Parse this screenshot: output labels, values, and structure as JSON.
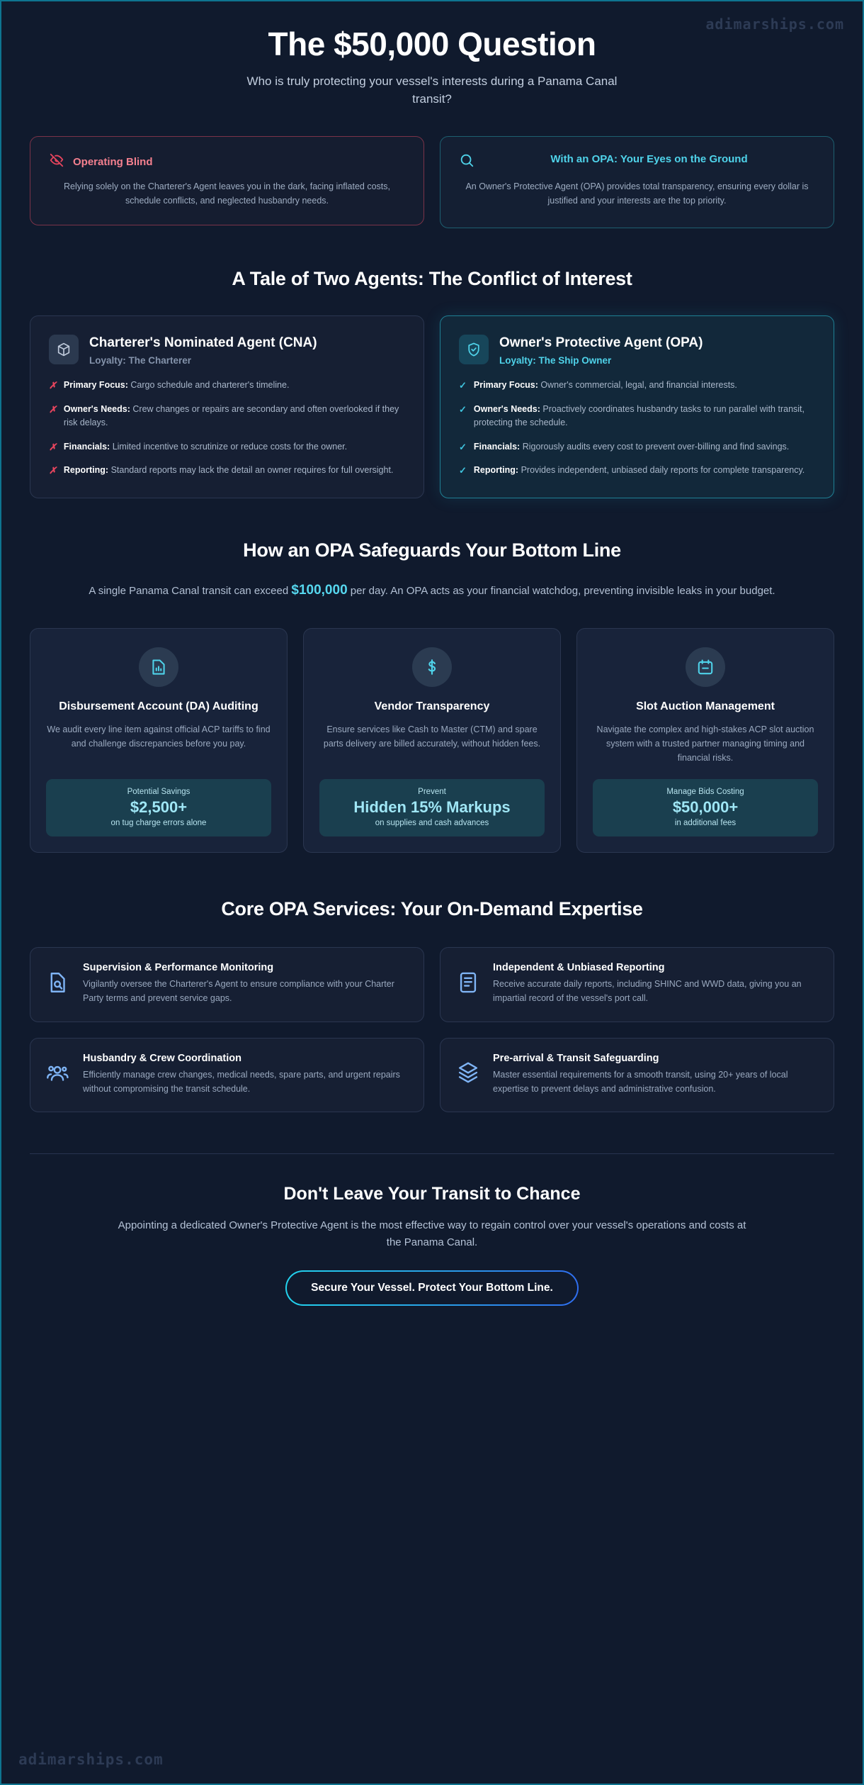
{
  "watermark": "adimarships.com",
  "hero": {
    "title": "The $50,000 Question",
    "subtitle": "Who is truly protecting your vessel's interests during a Panama Canal transit?"
  },
  "top_cards": [
    {
      "icon": "eye-off-icon",
      "title": "Operating Blind",
      "body": "Relying solely on the Charterer's Agent leaves you in the dark, facing inflated costs, schedule conflicts, and neglected husbandry needs.",
      "accent": "#f4808f"
    },
    {
      "icon": "search-icon",
      "title": "With an OPA: Your Eyes on the Ground",
      "body": "An Owner's Protective Agent (OPA) provides total transparency, ensuring every dollar is justified and your interests are the top priority.",
      "accent": "#4fd3ea"
    }
  ],
  "agents_section": {
    "heading": "A Tale of Two Agents: The Conflict of Interest",
    "cards": [
      {
        "icon": "box-icon",
        "name": "Charterer's Nominated Agent (CNA)",
        "loyalty": "Loyalty: The Charterer",
        "mark": "x",
        "points": [
          {
            "label": "Primary Focus:",
            "text": "Cargo schedule and charterer's timeline."
          },
          {
            "label": "Owner's Needs:",
            "text": "Crew changes or repairs are secondary and often overlooked if they risk delays."
          },
          {
            "label": "Financials:",
            "text": "Limited incentive to scrutinize or reduce costs for the owner."
          },
          {
            "label": "Reporting:",
            "text": "Standard reports may lack the detail an owner requires for full oversight."
          }
        ]
      },
      {
        "icon": "shield-check-icon",
        "name": "Owner's Protective Agent (OPA)",
        "loyalty": "Loyalty: The Ship Owner",
        "mark": "check",
        "points": [
          {
            "label": "Primary Focus:",
            "text": "Owner's commercial, legal, and financial interests."
          },
          {
            "label": "Owner's Needs:",
            "text": "Proactively coordinates husbandry tasks to run parallel with transit, protecting the schedule."
          },
          {
            "label": "Financials:",
            "text": "Rigorously audits every cost to prevent over-billing and find savings."
          },
          {
            "label": "Reporting:",
            "text": "Provides independent, unbiased daily reports for complete transparency."
          }
        ]
      }
    ]
  },
  "safeguards_section": {
    "heading": "How an OPA Safeguards Your Bottom Line",
    "lead_before": "A single Panama Canal transit can exceed ",
    "lead_highlight": "$100,000",
    "lead_after": " per day. An OPA acts as your financial watchdog, preventing invisible leaks in your budget.",
    "cards": [
      {
        "icon": "file-chart-icon",
        "title": "Disbursement Account (DA) Auditing",
        "desc": "We audit every line item against official ACP tariffs to find and challenge discrepancies before you pay.",
        "stat_label": "Potential Savings",
        "stat_value": "$2,500+",
        "stat_sub": "on tug charge errors alone"
      },
      {
        "icon": "dollar-icon",
        "title": "Vendor Transparency",
        "desc": "Ensure services like Cash to Master (CTM) and spare parts delivery are billed accurately, without hidden fees.",
        "stat_label": "Prevent",
        "stat_value": "Hidden 15% Markups",
        "stat_sub": "on supplies and cash advances"
      },
      {
        "icon": "calendar-icon",
        "title": "Slot Auction Management",
        "desc": "Navigate the complex and high-stakes ACP slot auction system with a trusted partner managing timing and financial risks.",
        "stat_label": "Manage Bids Costing",
        "stat_value": "$50,000+",
        "stat_sub": "in additional fees"
      }
    ]
  },
  "core_section": {
    "heading": "Core OPA Services: Your On-Demand Expertise",
    "cards": [
      {
        "icon": "file-search-icon",
        "title": "Supervision & Performance Monitoring",
        "desc": "Vigilantly oversee the Charterer's Agent to ensure compliance with your Charter Party terms and prevent service gaps."
      },
      {
        "icon": "report-icon",
        "title": "Independent & Unbiased Reporting",
        "desc": "Receive accurate daily reports, including SHINC and WWD data, giving you an impartial record of the vessel's port call."
      },
      {
        "icon": "users-icon",
        "title": "Husbandry & Crew Coordination",
        "desc": "Efficiently manage crew changes, medical needs, spare parts, and urgent repairs without compromising the transit schedule."
      },
      {
        "icon": "layers-shield-icon",
        "title": "Pre-arrival & Transit Safeguarding",
        "desc": "Master essential requirements for a smooth transit, using 20+ years of local expertise to prevent delays and administrative confusion."
      }
    ]
  },
  "cta": {
    "heading": "Don't Leave Your Transit to Chance",
    "body": "Appointing a dedicated Owner's Protective Agent is the most effective way to regain control over your vessel's operations and costs at the Panama Canal.",
    "button": "Secure Your Vessel. Protect Your Bottom Line."
  }
}
